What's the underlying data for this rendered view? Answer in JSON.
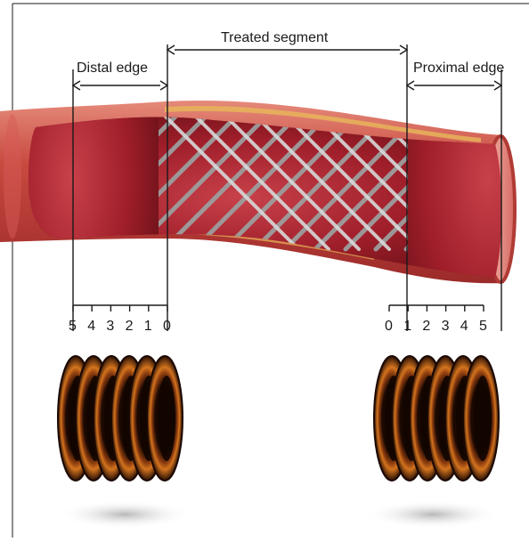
{
  "labels": {
    "treated_segment": "Treated segment",
    "distal_edge": "Distal edge",
    "proximal_edge": "Proximal edge"
  },
  "distal_ticks": [
    "5",
    "4",
    "3",
    "2",
    "1",
    "0"
  ],
  "proximal_ticks": [
    "0",
    "1",
    "2",
    "3",
    "4",
    "5"
  ],
  "colors": {
    "vessel_outer": "#c0433c",
    "vessel_lumen": "#a3202a",
    "stent_strut": "#9e9e9e",
    "plaque": "#e9b85a",
    "oct_ring": "#c0651a",
    "line": "#1a1a1a"
  }
}
